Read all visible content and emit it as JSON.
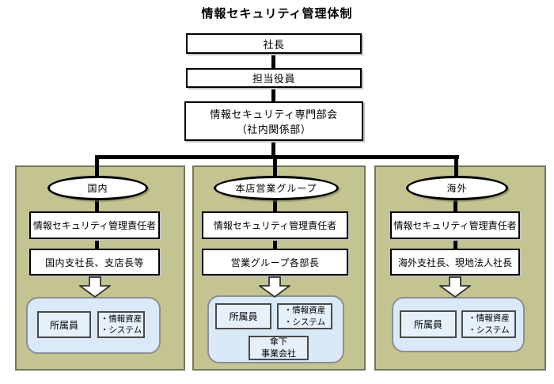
{
  "title": "情報セキュリティ管理体制",
  "hierarchy": {
    "president": "社長",
    "executive": "担当役員",
    "committee_line1": "情報セキュリティ専門部会",
    "committee_line2": "（社内関係部）"
  },
  "groups": [
    {
      "name": "国内",
      "manager": "情報セキュリティ管理責任者",
      "head": "国内支社長、支店長等",
      "members": "所属員",
      "assets_line1": "・情報資産",
      "assets_line2": "・システム"
    },
    {
      "name": "本店営業グループ",
      "manager": "情報セキュリティ管理責任者",
      "head": "営業グループ各部長",
      "members": "所属員",
      "assets_line1": "・情報資産",
      "assets_line2": "・システム",
      "subsidiary_line1": "傘下",
      "subsidiary_line2": "事業会社"
    },
    {
      "name": "海外",
      "manager": "情報セキュリティ管理責任者",
      "head": "海外支社長、現地法人社長",
      "members": "所属員",
      "assets_line1": "・情報資産",
      "assets_line2": "・システム"
    }
  ],
  "colors": {
    "panel_bg": "#C4C492",
    "panel_border": "#75755C",
    "rounded_bg": "#D9E9F8",
    "rounded_border": "#8E8E8E",
    "inner_box_bg": "#E5F0FB",
    "connector": "#000000",
    "arrow_fill": "#FFFFFF",
    "arrow_stroke": "#333333"
  }
}
